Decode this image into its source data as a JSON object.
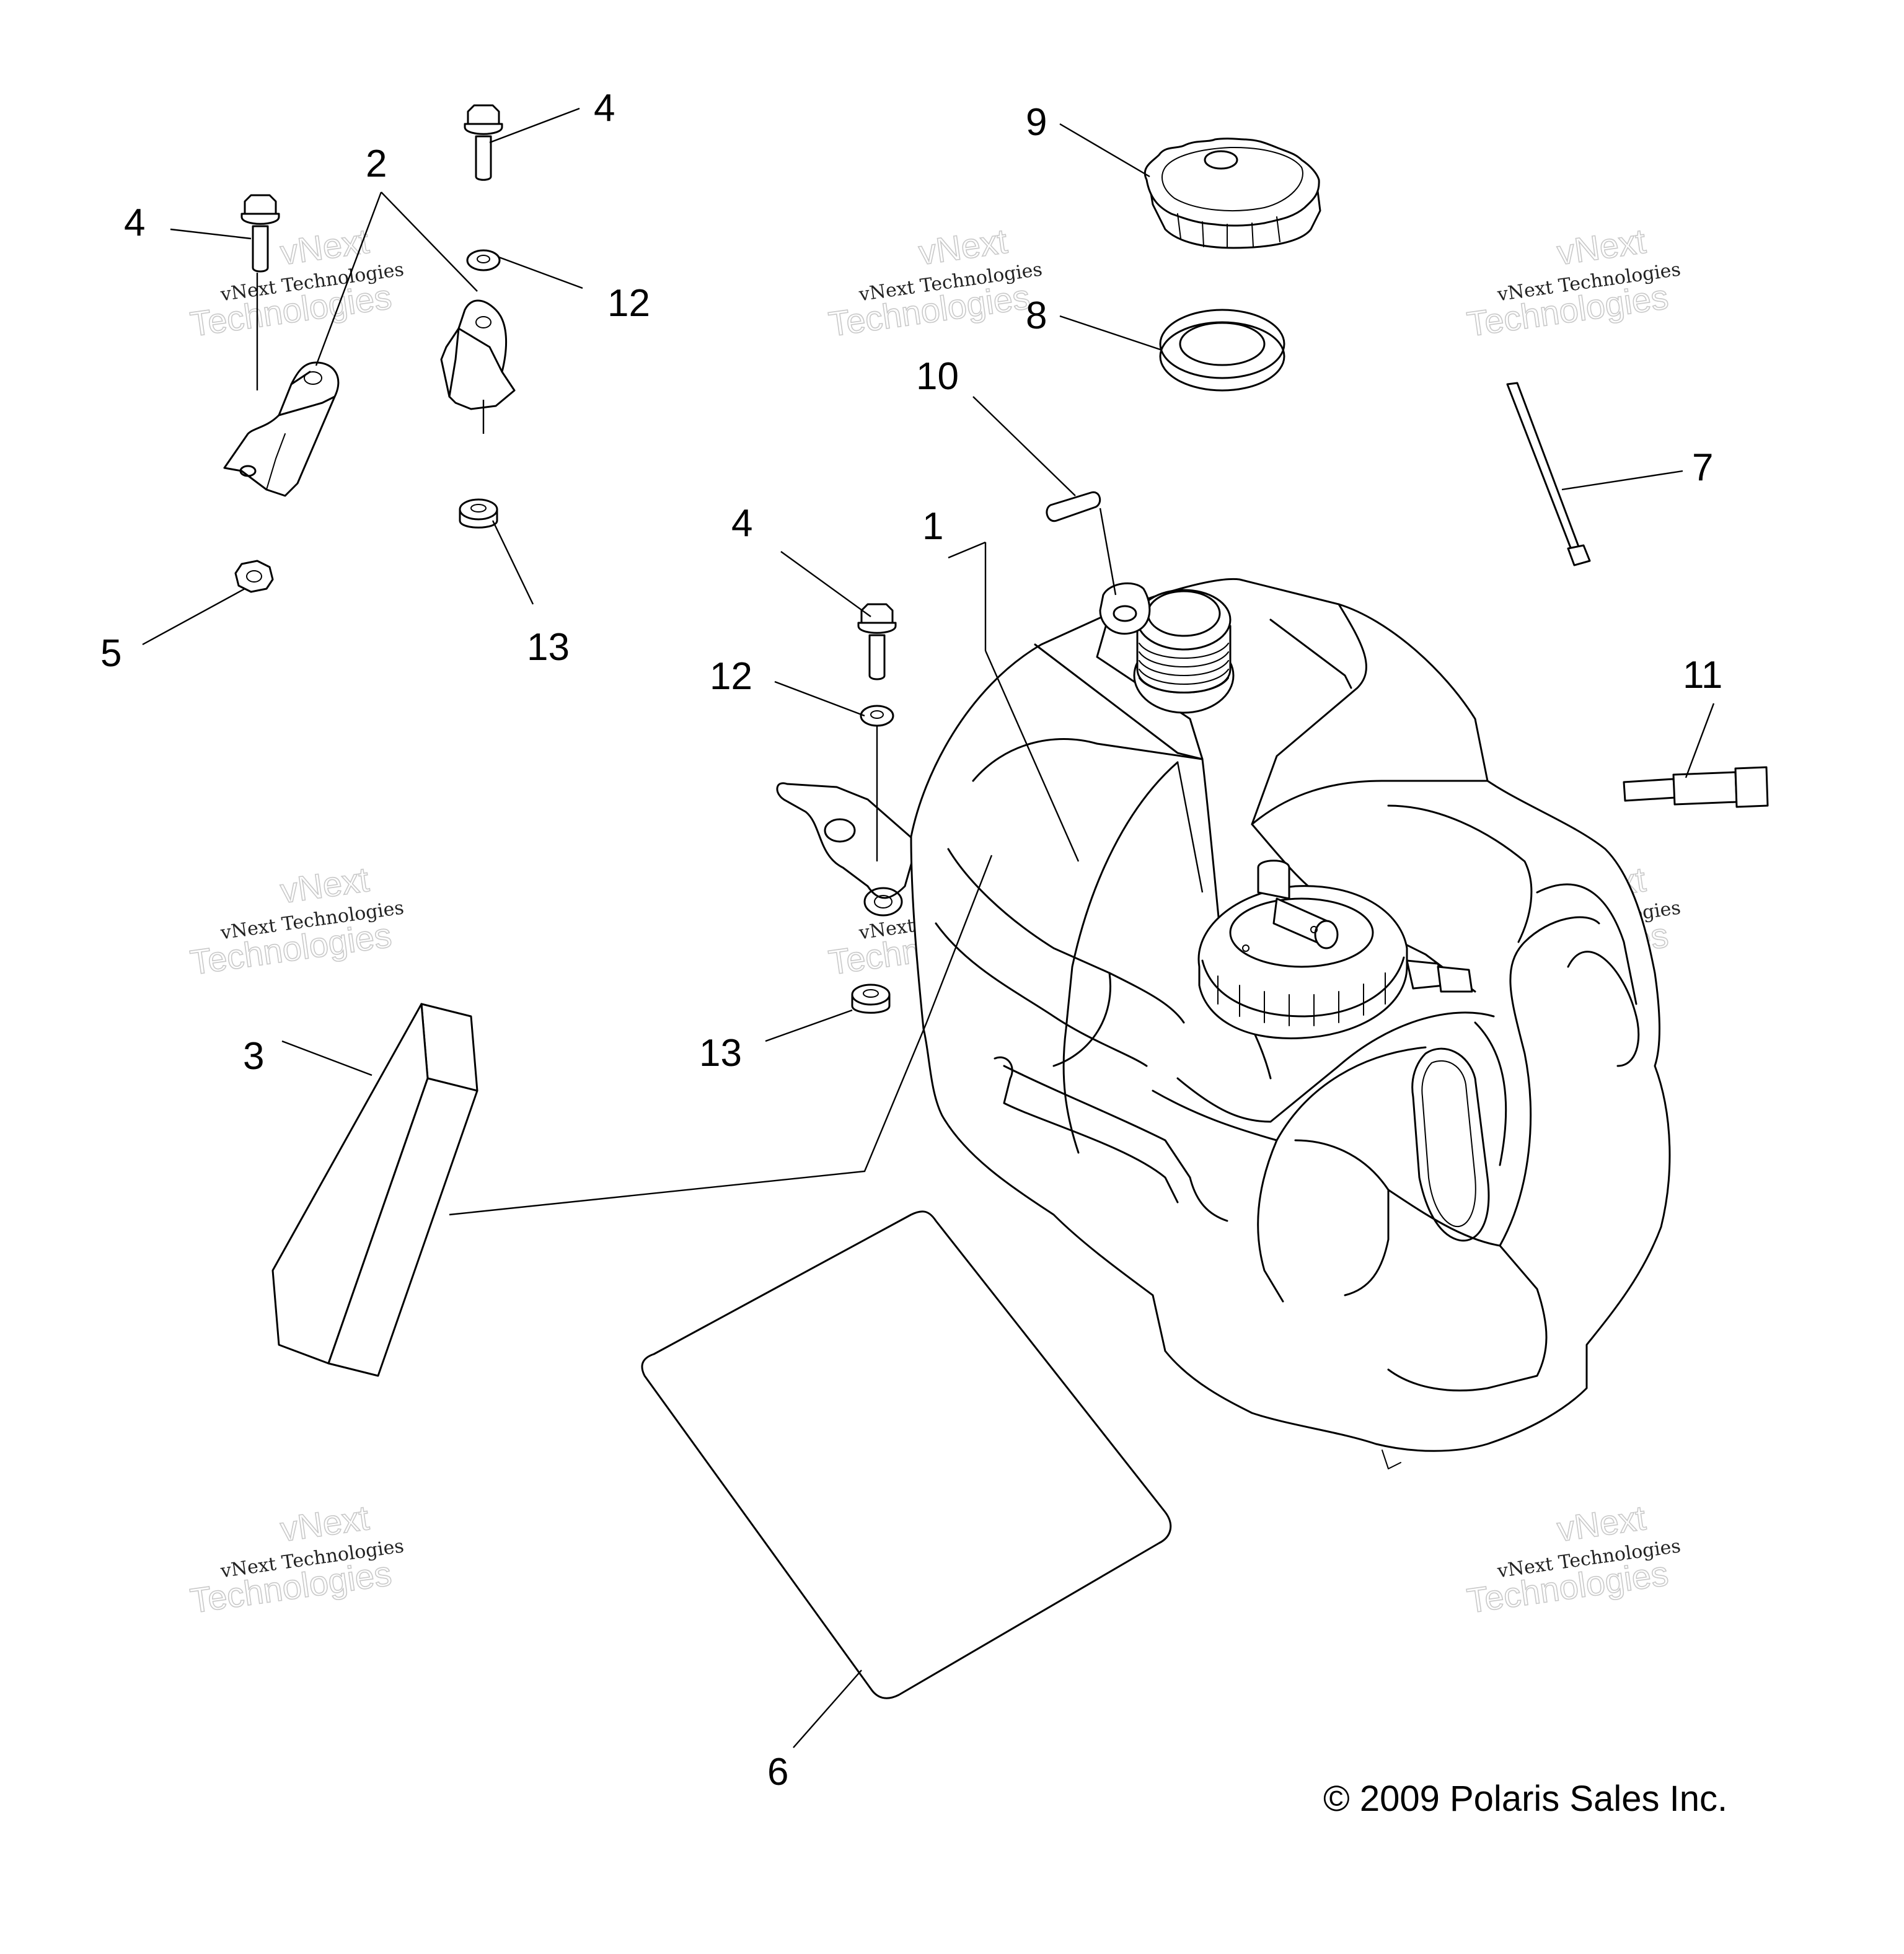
{
  "callouts": {
    "c1": "1",
    "c2": "2",
    "c3": "3",
    "c4a": "4",
    "c4b": "4",
    "c4c": "4",
    "c5": "5",
    "c6": "6",
    "c7": "7",
    "c8": "8",
    "c9": "9",
    "c10": "10",
    "c11": "11",
    "c12a": "12",
    "c12b": "12",
    "c13a": "13",
    "c13b": "13"
  },
  "watermark": {
    "line1": "vNext Technologies",
    "line2a": "vNext",
    "line2b": "Technologies"
  },
  "copyright": "© 2009 Polaris Sales Inc."
}
